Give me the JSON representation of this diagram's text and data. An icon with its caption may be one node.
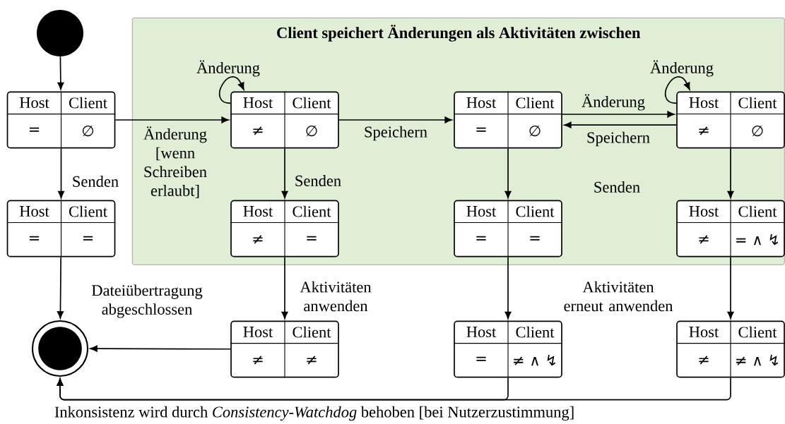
{
  "diagram": {
    "nodes": [
      {
        "text": [],
        "shape": "circle"
      },
      {
        "text": [
          "Client speichert Änderungen als Aktivitäten zwischen"
        ]
      },
      {
        "text": [
          "Host",
          "Client",
          "=",
          "∅"
        ]
      },
      {
        "text": [
          "Host",
          "Client",
          "≠",
          "∅"
        ],
        "in": 1
      },
      {
        "text": [
          "Host",
          "Client",
          "=",
          "∅"
        ],
        "in": 1
      },
      {
        "text": [
          "Host",
          "Client",
          "≠",
          "∅"
        ],
        "in": 1
      },
      {
        "text": [
          "Host",
          "Client",
          "=",
          "="
        ]
      },
      {
        "text": [
          "Host",
          "Client",
          "≠",
          "="
        ],
        "in": 1
      },
      {
        "text": [
          "Host",
          "Client",
          "=",
          "="
        ],
        "in": 1
      },
      {
        "text": [
          "Host",
          "Client",
          "≠",
          "= ∧ ↯"
        ],
        "in": 1
      },
      {
        "text": [],
        "shape": "circle"
      },
      {
        "text": [
          "Host",
          "Client",
          "≠",
          "≠"
        ]
      },
      {
        "text": [
          "Host",
          "Client",
          "=",
          "≠ ∧ ↯"
        ]
      },
      {
        "text": [
          "Host",
          "Client",
          "≠",
          "≠ ∧ ↯"
        ]
      }
    ],
    "edges": [
      {
        "from": 0,
        "to": 2,
        "arrow": "to"
      },
      {
        "from": 2,
        "to": 3,
        "arrow": "to",
        "label": "Änderung [wenn Schreiben erlaubt]"
      },
      {
        "from": 3,
        "to": 3,
        "arrow": "to",
        "label": "Änderung"
      },
      {
        "from": 3,
        "to": 4,
        "arrow": "to",
        "label": "Speichern"
      },
      {
        "from": 4,
        "to": 5,
        "arrow": "to",
        "label": "Änderung"
      },
      {
        "from": 5,
        "to": 4,
        "arrow": "to",
        "label": "Speichern"
      },
      {
        "from": 5,
        "to": 5,
        "arrow": "to",
        "label": "Änderung"
      },
      {
        "from": 2,
        "to": 6,
        "arrow": "to",
        "label": "Senden"
      },
      {
        "from": 3,
        "to": 7,
        "arrow": "to",
        "label": "Senden"
      },
      {
        "from": 4,
        "to": 8,
        "arrow": "to"
      },
      {
        "from": 5,
        "to": 9,
        "arrow": "to"
      },
      {
        "from": 6,
        "to": 10,
        "arrow": "to"
      },
      {
        "from": 7,
        "to": 11,
        "arrow": "to",
        "label": "Aktivitäten anwenden"
      },
      {
        "from": 8,
        "to": 12,
        "arrow": "to"
      },
      {
        "from": 9,
        "to": 13,
        "arrow": "to"
      },
      {
        "from": 11,
        "to": 10,
        "arrow": "to",
        "label": "Dateiübertragung abgeschlossen"
      },
      {
        "from": 12,
        "to": 10,
        "arrow": "to"
      },
      {
        "from": 13,
        "to": 10,
        "arrow": "to"
      }
    ],
    "labels": [
      "Senden",
      "Aktivitäten erneut anwenden",
      "Inkonsistenz wird durch *Consistency-Watchdog* behoben [bei Nutzerzustimmung]"
    ]
  }
}
